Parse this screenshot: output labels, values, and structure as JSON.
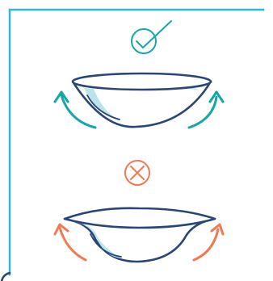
{
  "colors": {
    "frame": "#2fb8d8",
    "lens_outline": "#2b4674",
    "lens_fill": "#ffffff",
    "lens_tint": "#b9e4ea",
    "correct": "#17a6a6",
    "incorrect": "#ef7a52"
  },
  "panels": [
    {
      "state": "correct",
      "symbol": "check-circle-icon",
      "lens_shape": "bowl-edges-upright",
      "arrows": "curved-arrows-up-outward"
    },
    {
      "state": "incorrect",
      "symbol": "x-circle-icon",
      "lens_shape": "bowl-edges-flared-out",
      "arrows": "curved-arrows-up-outward"
    }
  ]
}
